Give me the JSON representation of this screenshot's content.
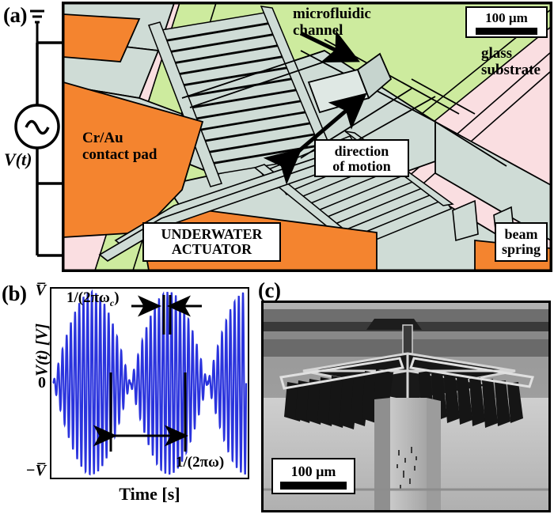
{
  "figure": {
    "panels": [
      {
        "id": "a",
        "letter": "(a)"
      },
      {
        "id": "b",
        "letter": "(b)"
      },
      {
        "id": "c",
        "letter": "(c)"
      }
    ]
  },
  "panel_a": {
    "letter": "(a)",
    "source_label": "V(t)",
    "ground_icon": "ground-symbol",
    "ac_source_icon": "ac-source-sine",
    "labels": {
      "contact_pad": "Cr/Au\ncontact pad",
      "contact_pad_line1": "Cr/Au",
      "contact_pad_line2": "contact pad",
      "microfluidic_line1": "microfluidic",
      "microfluidic_line2": "channel",
      "direction_line1": "direction",
      "direction_line2": "of motion",
      "actuator_line1": "UNDERWATER",
      "actuator_line2": "ACTUATOR",
      "glass_line1": "glass",
      "glass_line2": "substrate",
      "beam_line1": "beam",
      "beam_line2": "spring"
    },
    "scale_bar": {
      "text": "100 µm"
    },
    "colors": {
      "glass_substrate": "#fadee1",
      "microfluidic_channel": "#cdeb9e",
      "metal_contact_pad": "#f4842f",
      "silicon_structure": "#cfdcd6",
      "outline": "#000000"
    }
  },
  "panel_b": {
    "letter": "(b)",
    "y_top_label": "V̅",
    "y_mid_label": "0",
    "y_bottom_label": "−V̅",
    "y_axis_label": "V(t) [V]",
    "x_axis_label": "Time [s]",
    "annotation_carrier": "1/(2πωc)",
    "annotation_carrier_base": "1/(2πω",
    "annotation_carrier_sub": "c",
    "annotation_carrier_close": ")",
    "annotation_envelope": "1/(2πω)",
    "trace_color": "#2a33dd"
  },
  "panel_c": {
    "letter": "(c)",
    "scale_bar": {
      "text": "100 µm"
    },
    "image_description": "sem-micrograph-comb-drive-actuator"
  },
  "chart_data": {
    "type": "line",
    "title": "",
    "xlabel": "Time [s]",
    "ylabel": "V(t) [V]",
    "xlim": [
      0,
      1
    ],
    "ylim": [
      -1,
      1
    ],
    "ytick_labels": [
      "V̅",
      "0",
      "−V̅"
    ],
    "ytick_values": [
      1,
      0,
      -1
    ],
    "grid": false,
    "legend": false,
    "series": [
      {
        "name": "V(t)",
        "color": "#2a33dd",
        "description": "amplitude-modulated sinusoid: carrier of frequency omega_c multiplied by envelope sin of frequency omega",
        "carrier_cycles": 46,
        "envelope_cycles": 2.5,
        "envelope_amplitude": 1.0,
        "carrier_amplitude": 1.0
      }
    ],
    "annotations": [
      {
        "text": "1/(2πωc)",
        "meaning": "carrier period marked near top of plot"
      },
      {
        "text": "1/(2πω)",
        "meaning": "envelope/modulation period marked near bottom of plot"
      }
    ]
  }
}
